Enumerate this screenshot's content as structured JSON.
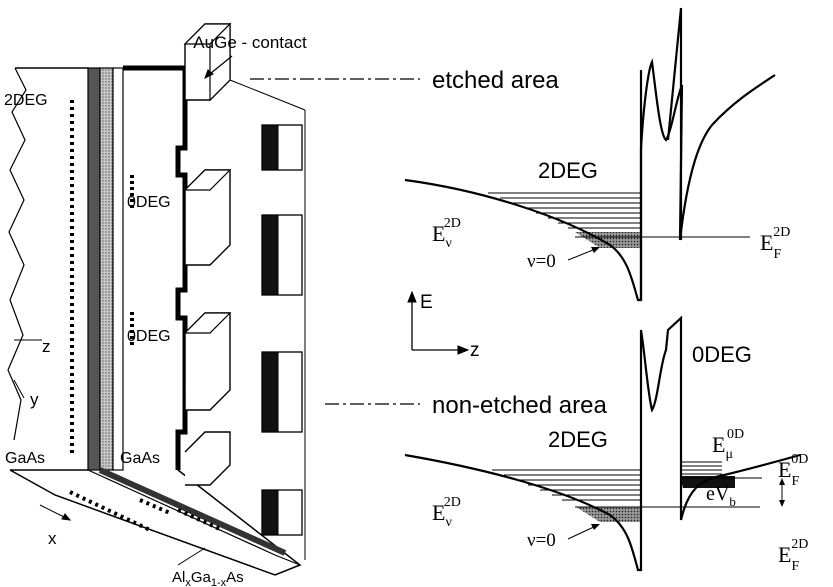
{
  "left_device": {
    "contact_label": "AuGe - contact",
    "label_2deg": "2DEG",
    "label_0deg_1": "0DEG",
    "label_0deg_2": "0DEG",
    "axis_z": "z",
    "axis_y": "y",
    "axis_x": "x",
    "substrate_left": "GaAs",
    "substrate_right": "GaAs",
    "barrier_main": "Al",
    "barrier_sub1": "x",
    "barrier_mid": "Ga",
    "barrier_sub2": "1-x",
    "barrier_end": "As"
  },
  "callouts": {
    "etched": "etched area",
    "non_etched": "non-etched area"
  },
  "energy_axes": {
    "e_label": "E",
    "z_label": "z"
  },
  "top_band": {
    "title": "2DEG",
    "ev_main": "E",
    "ev_sub": "ν",
    "ev_sup": "2D",
    "nu_label": "ν=0",
    "ef_main": "E",
    "ef_sub": "F",
    "ef_sup": "2D"
  },
  "bottom_band": {
    "title_0deg": "0DEG",
    "title_2deg": "2DEG",
    "emu_main": "E",
    "emu_sub": "μ",
    "emu_sup": "0D",
    "ef0_main": "E",
    "ef0_sub": "F",
    "ef0_sup": "0D",
    "ev_main": "E",
    "ev_sub": "ν",
    "ev_sup": "2D",
    "nu_label": "ν=0",
    "evb_main": "eV",
    "evb_sub": "b",
    "ef2_main": "E",
    "ef2_sub": "F",
    "ef2_sup": "2D"
  }
}
